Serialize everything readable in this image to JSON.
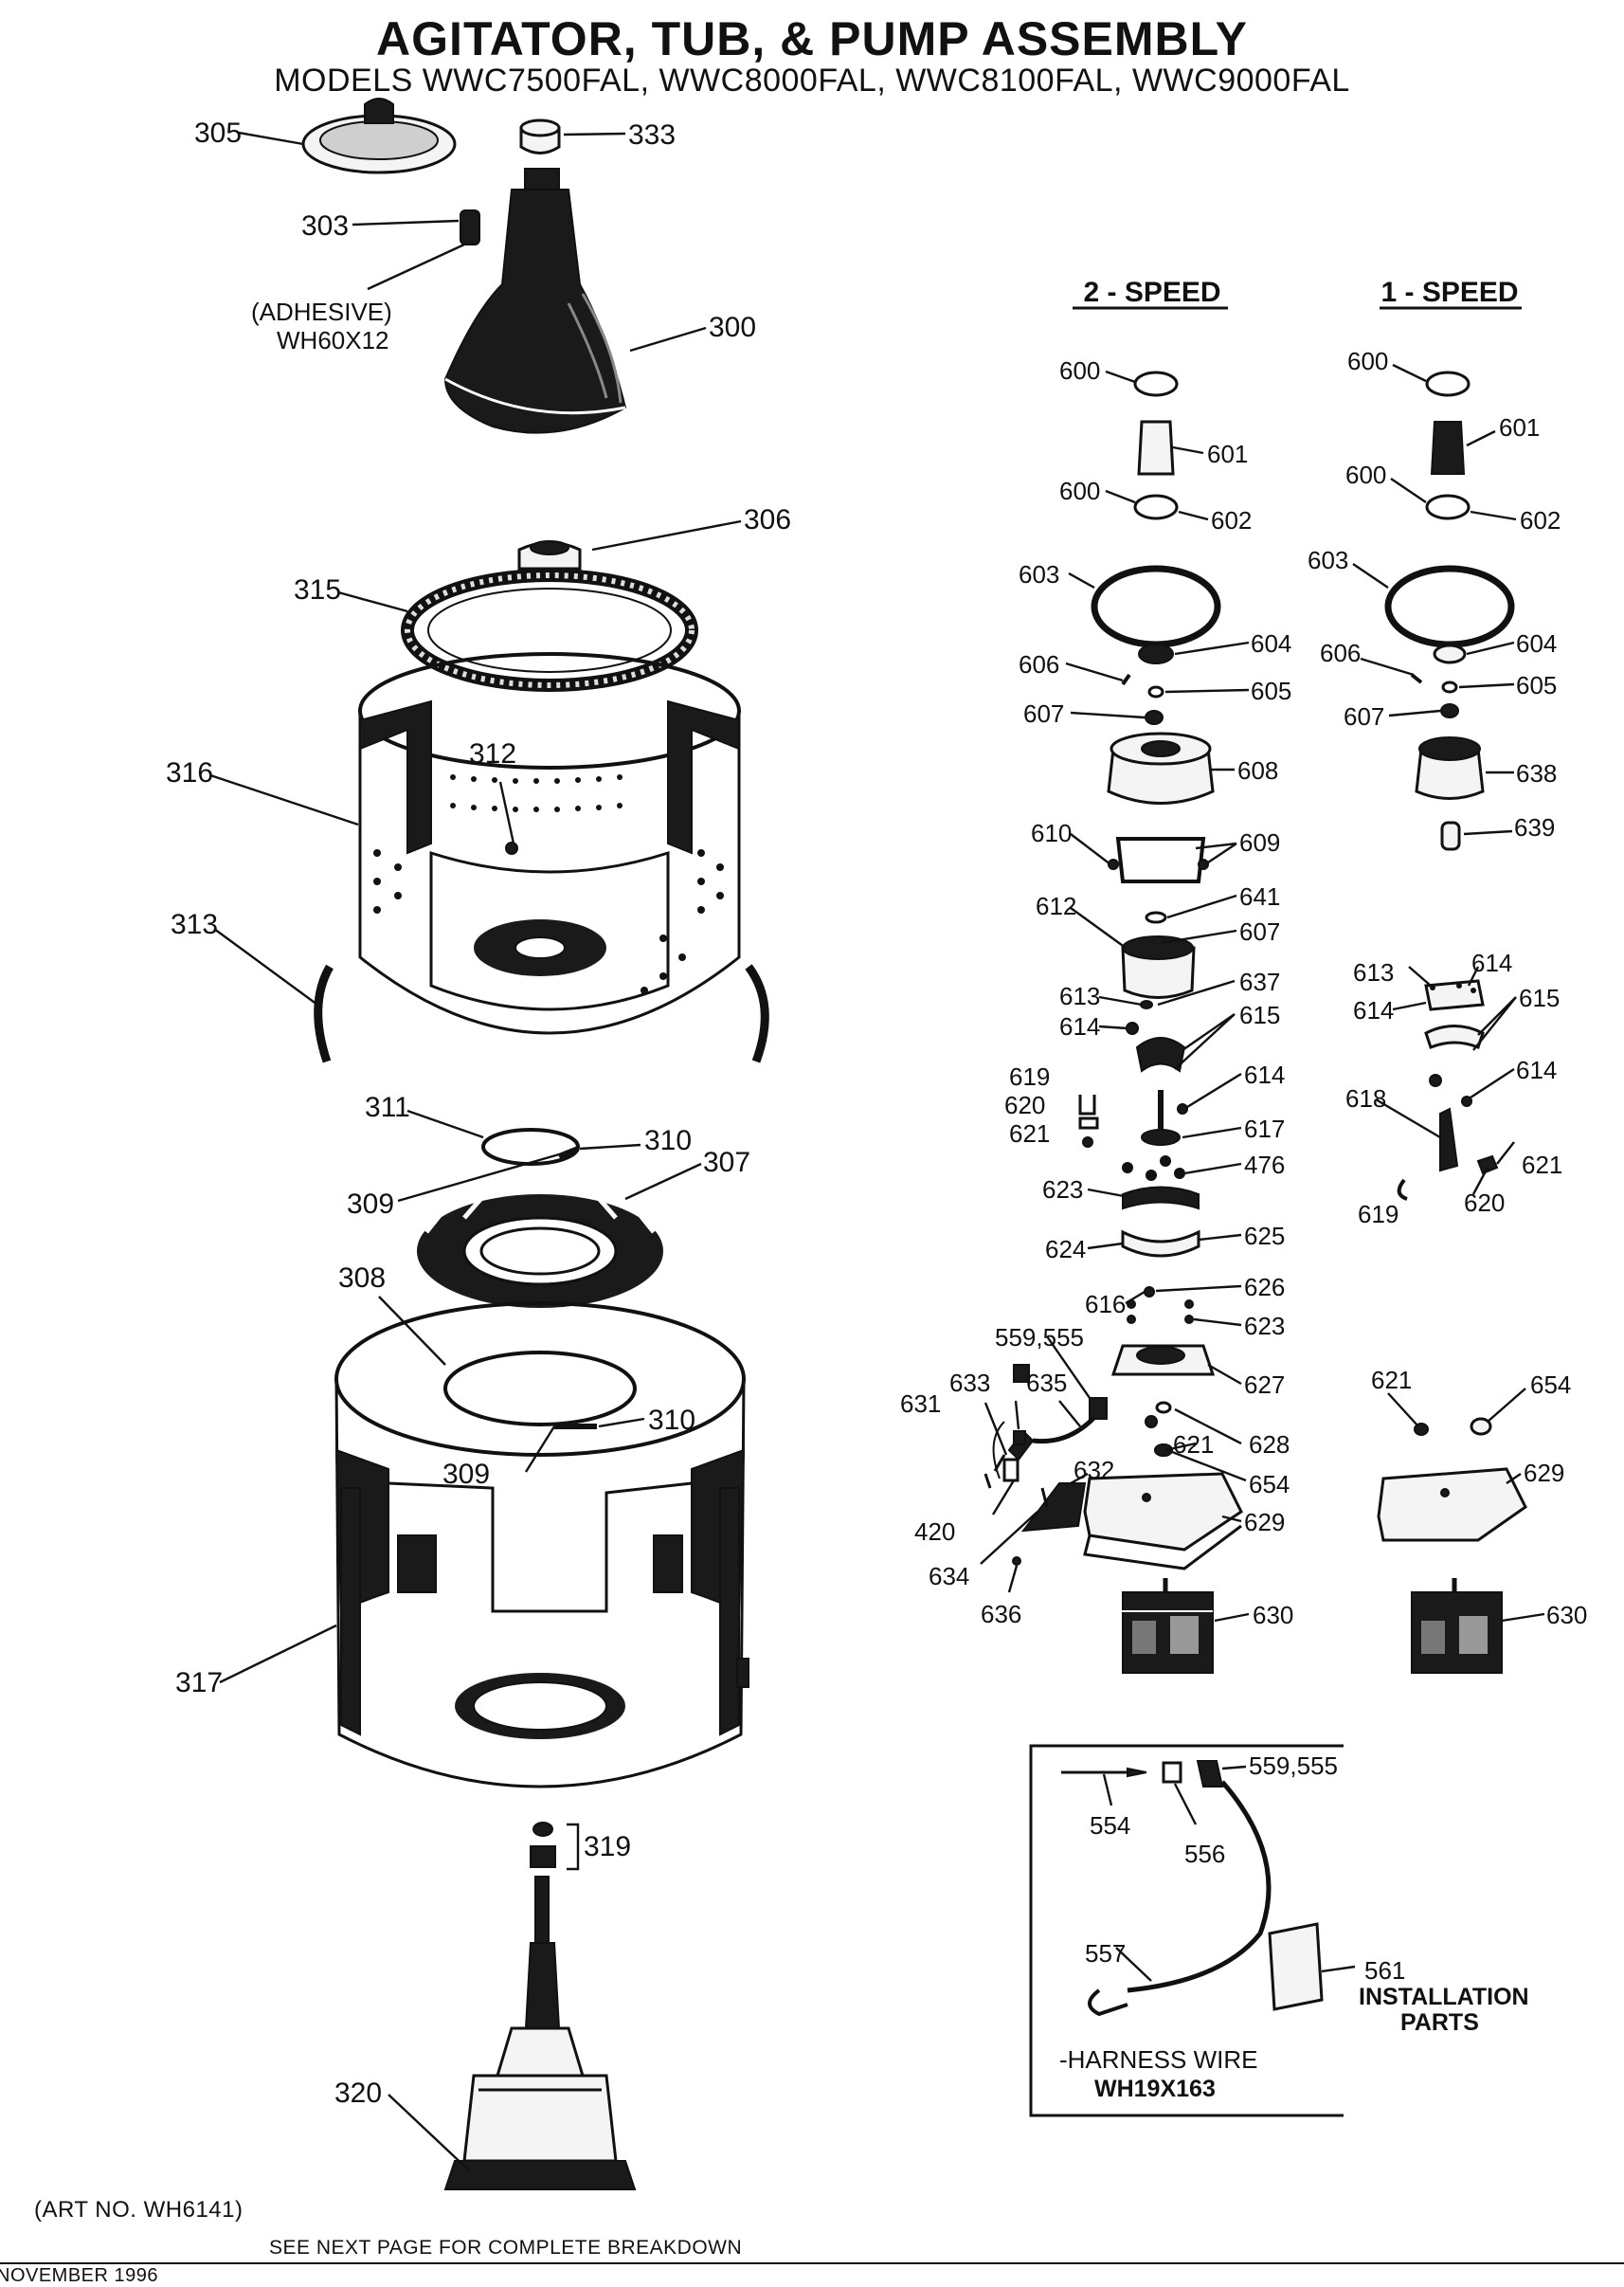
{
  "header": {
    "title": "AGITATOR, TUB, & PUMP ASSEMBLY",
    "subtitle": "MODELS WWC7500FAL, WWC8000FAL, WWC8100FAL, WWC9000FAL"
  },
  "sections": {
    "two_speed": "2 - SPEED",
    "one_speed": "1 - SPEED"
  },
  "notes": {
    "adhesive": "(ADHESIVE)",
    "adhesive_part": "WH60X12",
    "installation_line1": "INSTALLATION",
    "installation_line2": "PARTS",
    "harness_wire": "-HARNESS WIRE",
    "harness_part": "WH19X163",
    "art_no": "(ART NO. WH6141)",
    "see_next_page": "SEE NEXT PAGE FOR COMPLETE BREAKDOWN",
    "date_fragment": "NOVEMBER 1996"
  },
  "labels": {
    "l305": "305",
    "l333": "333",
    "l303": "303",
    "l300": "300",
    "l306": "306",
    "l315": "315",
    "l316": "316",
    "l312": "312",
    "l313": "313",
    "l311": "311",
    "l310a": "310",
    "l307": "307",
    "l309a": "309",
    "l308": "308",
    "l310b": "310",
    "l309b": "309",
    "l317": "317",
    "l319": "319",
    "l320": "320",
    "t600a": "600",
    "t601": "601",
    "t600b": "600",
    "t602": "602",
    "t603": "603",
    "t606": "606",
    "t604": "604",
    "t605": "605",
    "t607a": "607",
    "t608": "608",
    "t610": "610",
    "t609": "609",
    "t641": "641",
    "t612": "612",
    "t607b": "607",
    "t637": "637",
    "t613": "613",
    "t614a": "614",
    "t615": "615",
    "t619": "619",
    "t620": "620",
    "t621a": "621",
    "t614b": "614",
    "t617": "617",
    "t476": "476",
    "t623a": "623",
    "t624": "624",
    "t625": "625",
    "t616": "616",
    "t626": "626",
    "t559": "559,555",
    "t623b": "623",
    "t631": "631",
    "t633": "633",
    "t635": "635",
    "t627": "627",
    "t628": "628",
    "t621b": "621",
    "t632": "632",
    "t654": "654",
    "t420": "420",
    "t629": "629",
    "t634": "634",
    "t636": "636",
    "t630": "630",
    "o600a": "600",
    "o601": "601",
    "o600b": "600",
    "o602": "602",
    "o603": "603",
    "o606": "606",
    "o604": "604",
    "o605": "605",
    "o607": "607",
    "o638": "638",
    "o639": "639",
    "o613": "613",
    "o614a": "614",
    "o614b": "614",
    "o615": "615",
    "o618": "618",
    "o614c": "614",
    "o619": "619",
    "o620": "620",
    "o621a": "621",
    "o621b": "621",
    "o654": "654",
    "o629": "629",
    "o630": "630",
    "h559": "559,555",
    "h554": "554",
    "h556": "556",
    "h557": "557",
    "h561": "561"
  }
}
